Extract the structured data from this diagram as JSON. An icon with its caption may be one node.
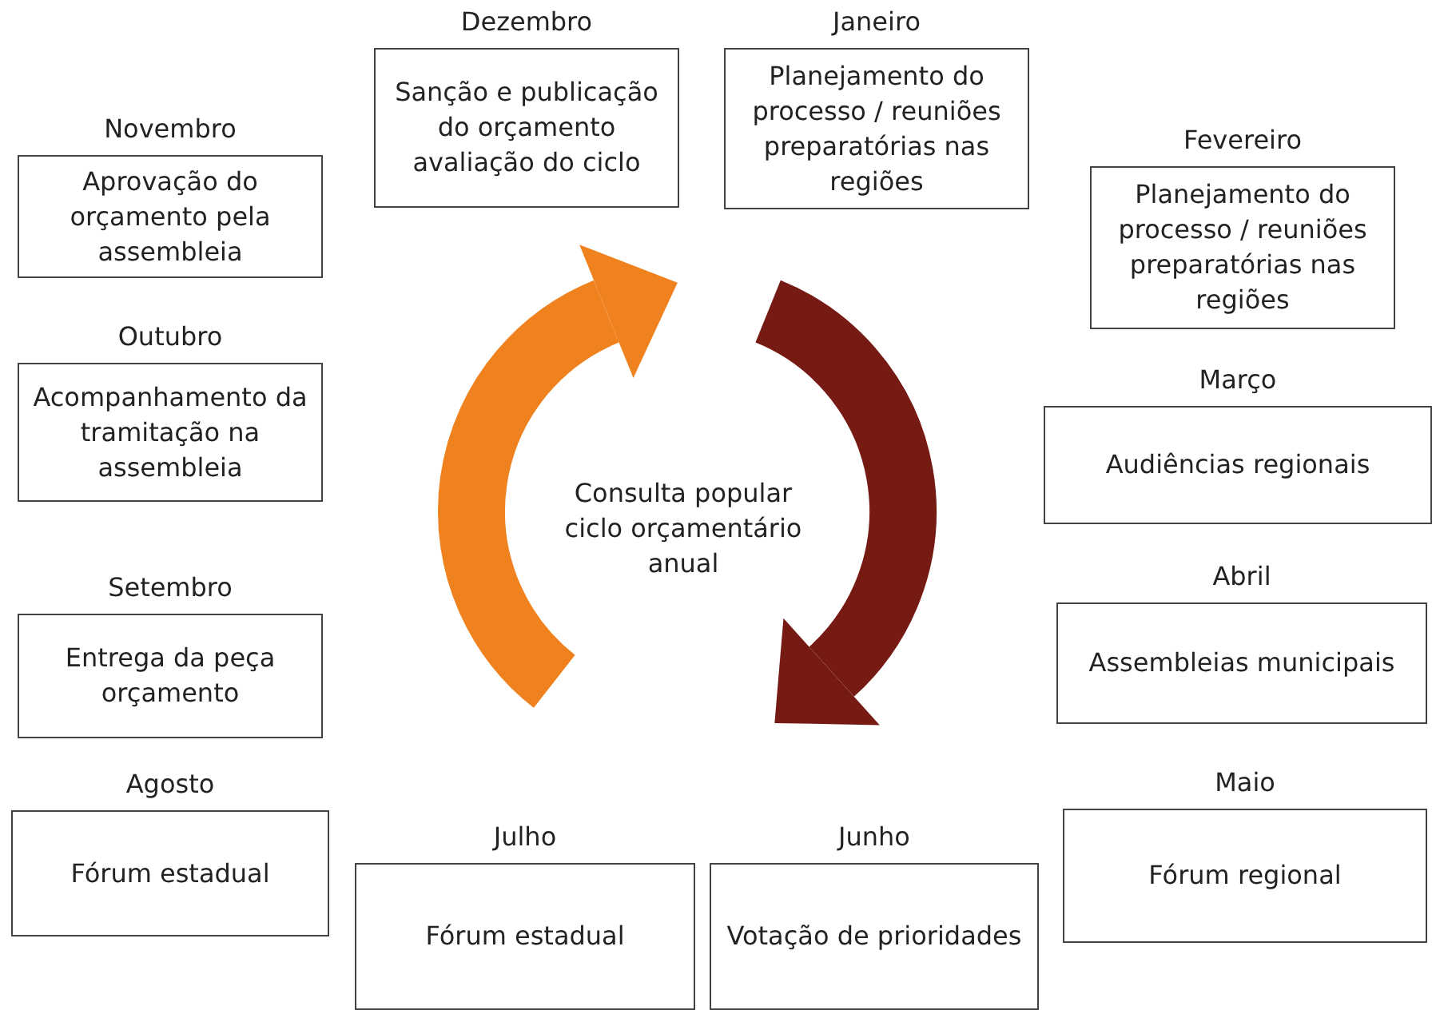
{
  "diagram": {
    "nodes": [
      {
        "text": [
          "Janeiro",
          "Planejamento do processo / reuniões preparatórias nas regiões"
        ]
      },
      {
        "text": [
          "Fevereiro",
          "Planejamento do processo / reuniões preparatórias nas regiões"
        ]
      },
      {
        "text": [
          "Março",
          "Audiências regionais"
        ]
      },
      {
        "text": [
          "Abril",
          "Assembleias municipais"
        ]
      },
      {
        "text": [
          "Maio",
          "Fórum regional"
        ]
      },
      {
        "text": [
          "Junho",
          "Votação de prioridades"
        ]
      },
      {
        "text": [
          "Julho",
          "Fórum estadual"
        ]
      },
      {
        "text": [
          "Agosto",
          "Fórum estadual"
        ]
      },
      {
        "text": [
          "Setembro",
          "Entrega da peça orçamento"
        ]
      },
      {
        "text": [
          "Outubro",
          "Acompanhamento da tramitação na assembleia"
        ]
      },
      {
        "text": [
          "Novembro",
          "Aprovação do orçamento pela assembleia"
        ]
      },
      {
        "text": [
          "Dezembro",
          "Sanção e publicação do orçamento avaliação do ciclo"
        ]
      }
    ],
    "labels": [
      "Consulta popular ciclo orçamentário anual"
    ]
  }
}
